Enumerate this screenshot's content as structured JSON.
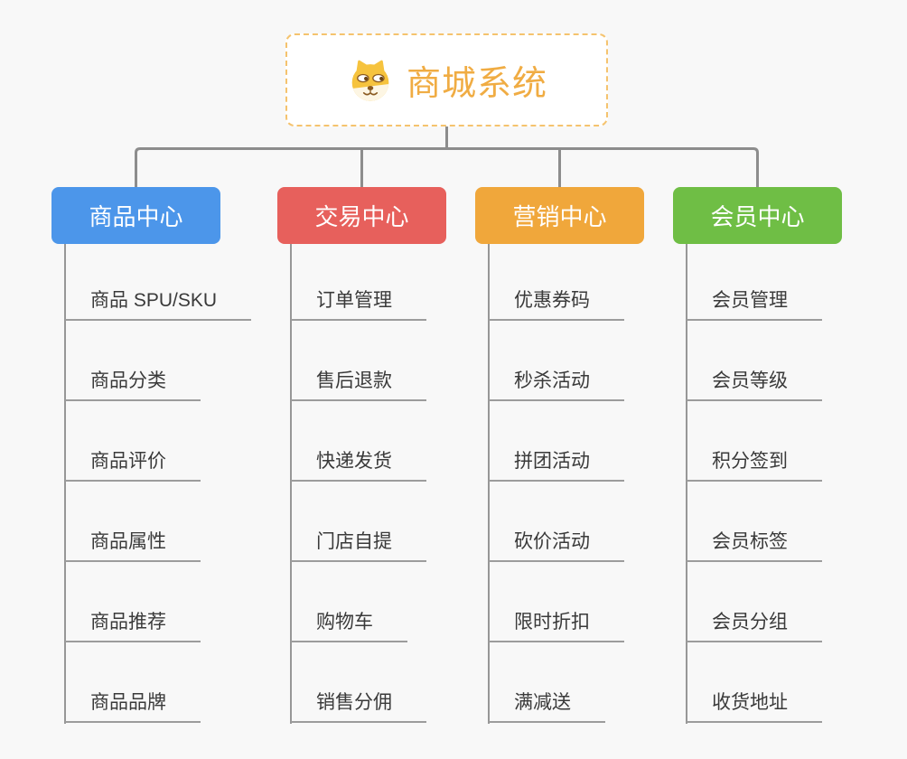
{
  "root": {
    "title": "商城系统",
    "icon": "dog-face-icon",
    "border_color": "#f5c36e",
    "title_color": "#f0ac43",
    "background": "#ffffff"
  },
  "branches": [
    {
      "label": "商品中心",
      "color": "#4c96ea",
      "items": [
        "商品 SPU/SKU",
        "商品分类",
        "商品评价",
        "商品属性",
        "商品推荐",
        "商品品牌"
      ]
    },
    {
      "label": "交易中心",
      "color": "#e7605c",
      "items": [
        "订单管理",
        "售后退款",
        "快递发货",
        "门店自提",
        "购物车",
        "销售分佣"
      ]
    },
    {
      "label": "营销中心",
      "color": "#f0a73b",
      "items": [
        "优惠券码",
        "秒杀活动",
        "拼团活动",
        "砍价活动",
        "限时折扣",
        "满减送"
      ]
    },
    {
      "label": "会员中心",
      "color": "#6fbe45",
      "items": [
        "会员管理",
        "会员等级",
        "积分签到",
        "会员标签",
        "会员分组",
        "收货地址"
      ]
    }
  ],
  "style": {
    "canvas_background": "#f8f8f8",
    "connector_color": "#8d8d8d",
    "trunk_color": "#979797",
    "underline_color": "#9c9c9c",
    "item_text_color": "#3a3a3a"
  }
}
